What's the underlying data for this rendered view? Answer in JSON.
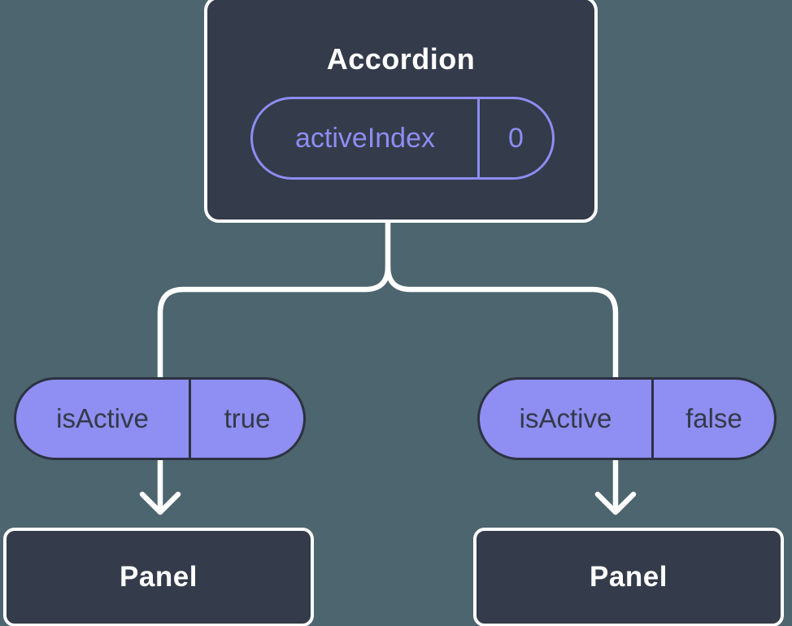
{
  "diagram": {
    "description": "React component tree showing state passed down as props",
    "colors": {
      "background": "#4c656e",
      "node_fill": "#343b4a",
      "node_border": "#ffffff",
      "accent_purple": "#8e8df3",
      "prop_pill_fill": "#8f8ef2",
      "prop_pill_border": "#2c323f",
      "dark_text": "#333a48",
      "connector_line": "#ffffff"
    },
    "root": {
      "title": "Accordion",
      "state": {
        "name": "activeIndex",
        "value": "0"
      }
    },
    "children": [
      {
        "prop": {
          "name": "isActive",
          "value": "true"
        },
        "component": "Panel"
      },
      {
        "prop": {
          "name": "isActive",
          "value": "false"
        },
        "component": "Panel"
      }
    ]
  }
}
